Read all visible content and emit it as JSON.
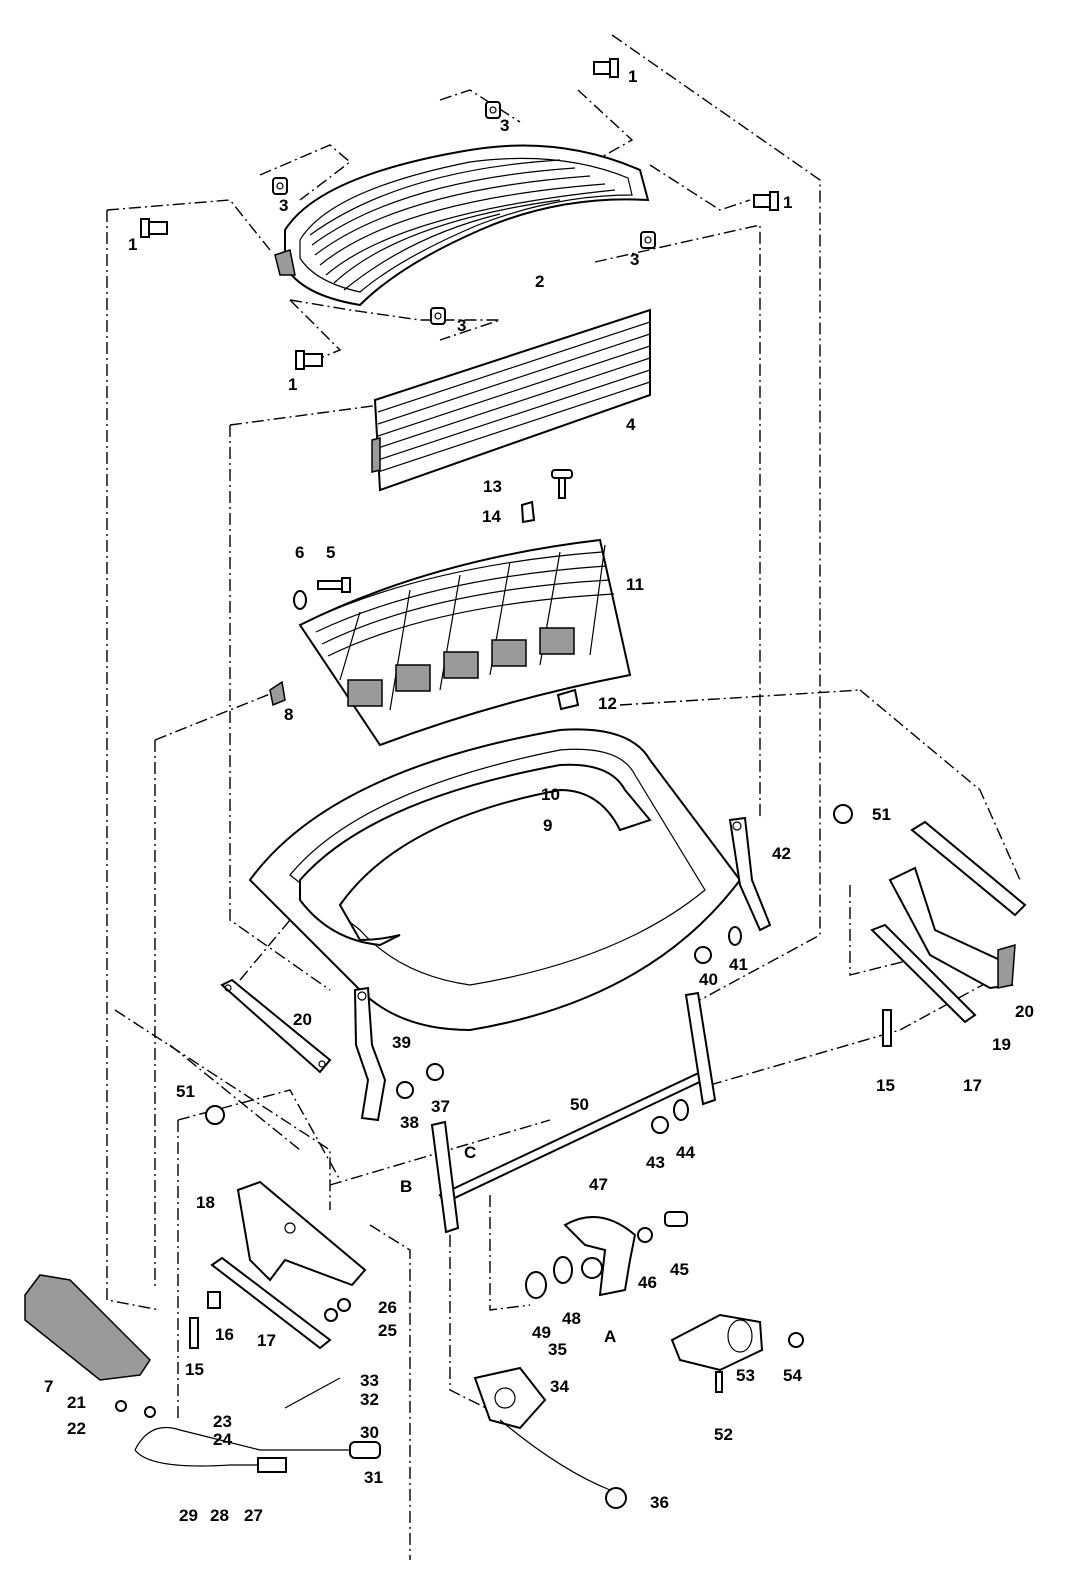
{
  "callouts": {
    "c1a": "1",
    "c1b": "1",
    "c1c": "1",
    "c1d": "1",
    "c2": "2",
    "c3a": "3",
    "c3b": "3",
    "c3c": "3",
    "c3d": "3",
    "c4": "4",
    "c5": "5",
    "c6": "6",
    "c7": "7",
    "c8": "8",
    "c9": "9",
    "c10": "10",
    "c11": "11",
    "c12": "12",
    "c13": "13",
    "c14": "14",
    "c15a": "15",
    "c15b": "15",
    "c16": "16",
    "c17a": "17",
    "c17b": "17",
    "c18": "18",
    "c19": "19",
    "c20a": "20",
    "c20b": "20",
    "c21": "21",
    "c22": "22",
    "c23": "23",
    "c24": "24",
    "c25": "25",
    "c26": "26",
    "c27": "27",
    "c28": "28",
    "c29": "29",
    "c30": "30",
    "c31": "31",
    "c32": "32",
    "c33": "33",
    "c34": "34",
    "c35": "35",
    "c36": "36",
    "c37": "37",
    "c38": "38",
    "c39": "39",
    "c40": "40",
    "c41": "41",
    "c42": "42",
    "c43": "43",
    "c44": "44",
    "c45": "45",
    "c46": "46",
    "c47": "47",
    "c48": "48",
    "c49": "49",
    "c50": "50",
    "c51a": "51",
    "c51b": "51",
    "c52": "52",
    "c53": "53",
    "c54": "54",
    "detailA": "A",
    "detailB": "B",
    "detailC": "C"
  }
}
